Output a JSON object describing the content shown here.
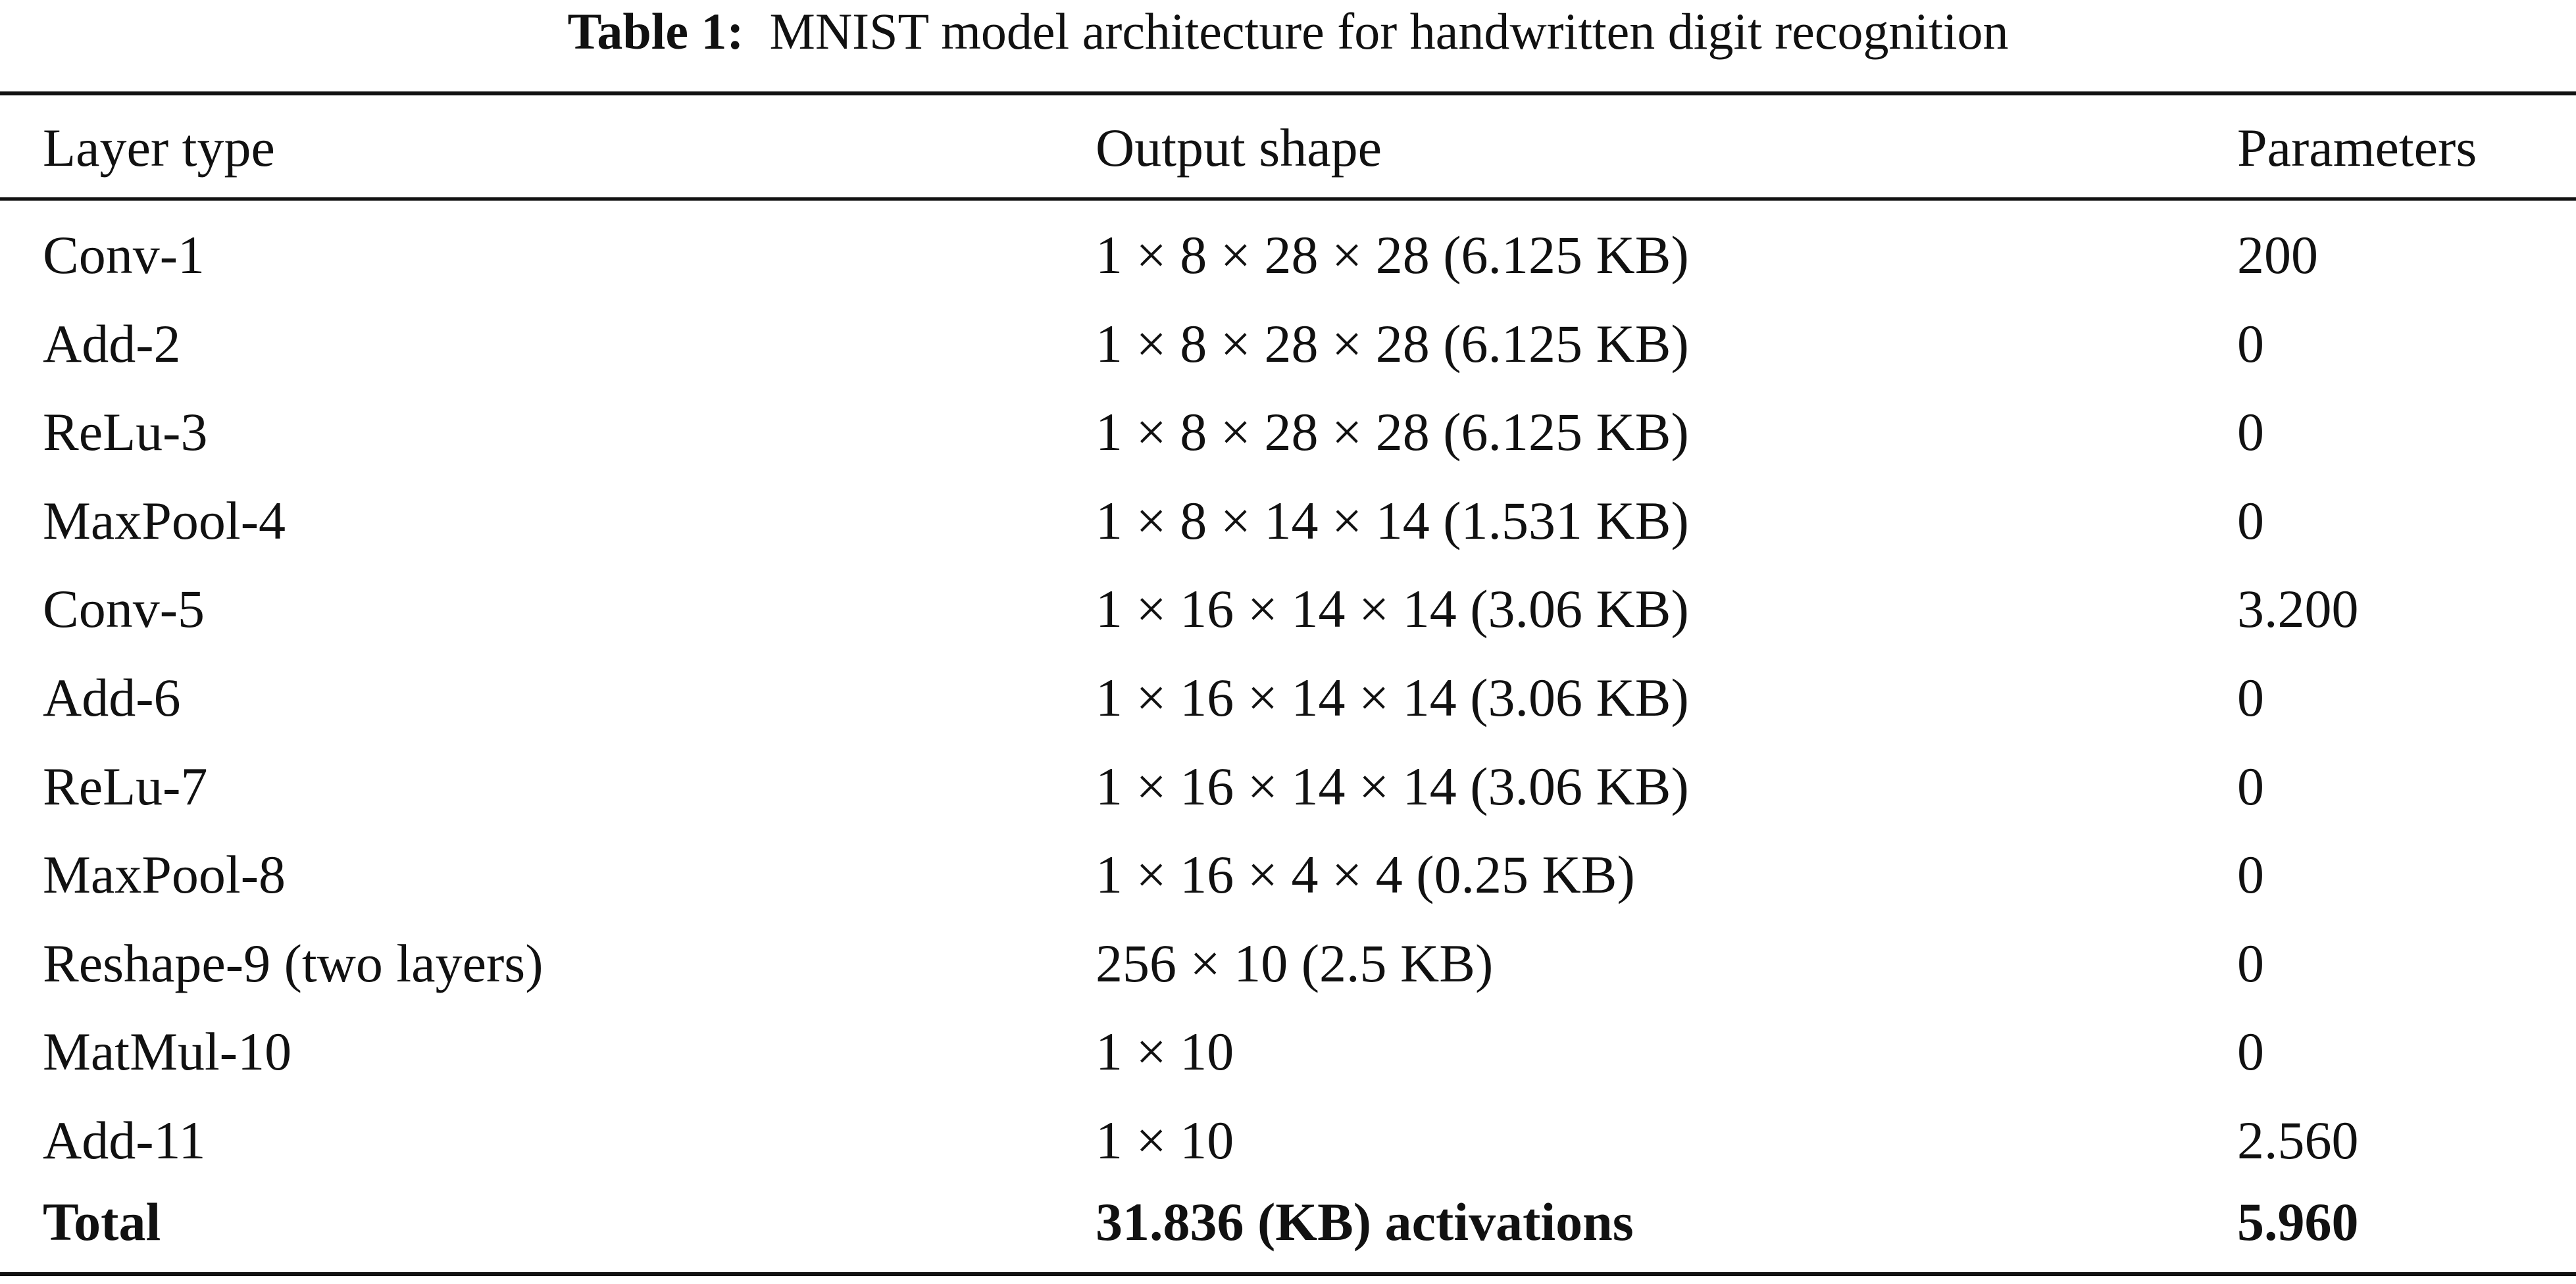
{
  "caption": {
    "label": "Table 1:",
    "text": "MNIST model architecture for handwritten digit recognition"
  },
  "table": {
    "headers": [
      "Layer type",
      "Output shape",
      "Parameters"
    ],
    "rows": [
      [
        "Conv-1",
        "1 × 8 × 28 × 28 (6.125 KB)",
        "200"
      ],
      [
        "Add-2",
        "1 × 8 × 28 × 28 (6.125 KB)",
        "0"
      ],
      [
        "ReLu-3",
        "1 × 8 × 28 × 28 (6.125 KB)",
        "0"
      ],
      [
        "MaxPool-4",
        "1 × 8 × 14 × 14 (1.531 KB)",
        "0"
      ],
      [
        "Conv-5",
        "1 × 16 × 14 × 14 (3.06 KB)",
        "3.200"
      ],
      [
        "Add-6",
        "1 × 16 × 14 × 14 (3.06 KB)",
        "0"
      ],
      [
        "ReLu-7",
        "1 × 16 × 14 × 14 (3.06 KB)",
        "0"
      ],
      [
        "MaxPool-8",
        "1 × 16 × 4 × 4 (0.25 KB)",
        "0"
      ],
      [
        "Reshape-9 (two layers)",
        "256 × 10 (2.5 KB)",
        "0"
      ],
      [
        "MatMul-10",
        "1 × 10",
        "0"
      ],
      [
        "Add-11",
        "1 × 10",
        "2.560"
      ]
    ],
    "total": [
      "Total",
      "31.836 (KB) activations",
      "5.960"
    ]
  }
}
